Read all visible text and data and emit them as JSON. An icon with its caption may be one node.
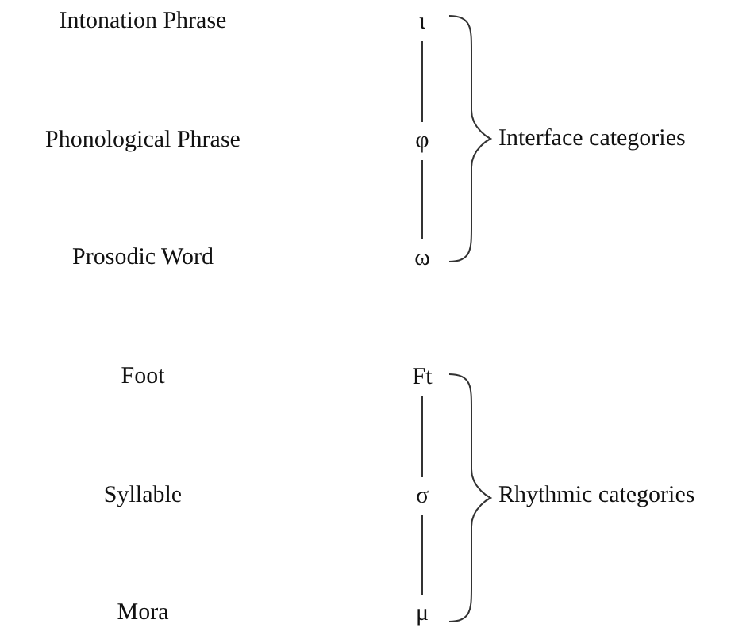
{
  "diagram": {
    "nodes": [
      {
        "text": [
          "ι"
        ]
      },
      {
        "text": [
          "φ"
        ]
      },
      {
        "text": [
          "ω"
        ]
      },
      {
        "text": [
          "Ft"
        ]
      },
      {
        "text": [
          "σ"
        ]
      },
      {
        "text": [
          "μ"
        ]
      }
    ],
    "edges": [
      {
        "from": 0,
        "to": 1,
        "arrow": "none"
      },
      {
        "from": 1,
        "to": 2,
        "arrow": "none"
      },
      {
        "from": 3,
        "to": 4,
        "arrow": "none"
      },
      {
        "from": 4,
        "to": 5,
        "arrow": "none"
      }
    ],
    "labels": [
      "Intonation Phrase",
      "Phonological Phrase",
      "Interface categories",
      "Prosodic Word",
      "Foot",
      "Syllable",
      "Rhythmic categories",
      "Mora"
    ]
  }
}
